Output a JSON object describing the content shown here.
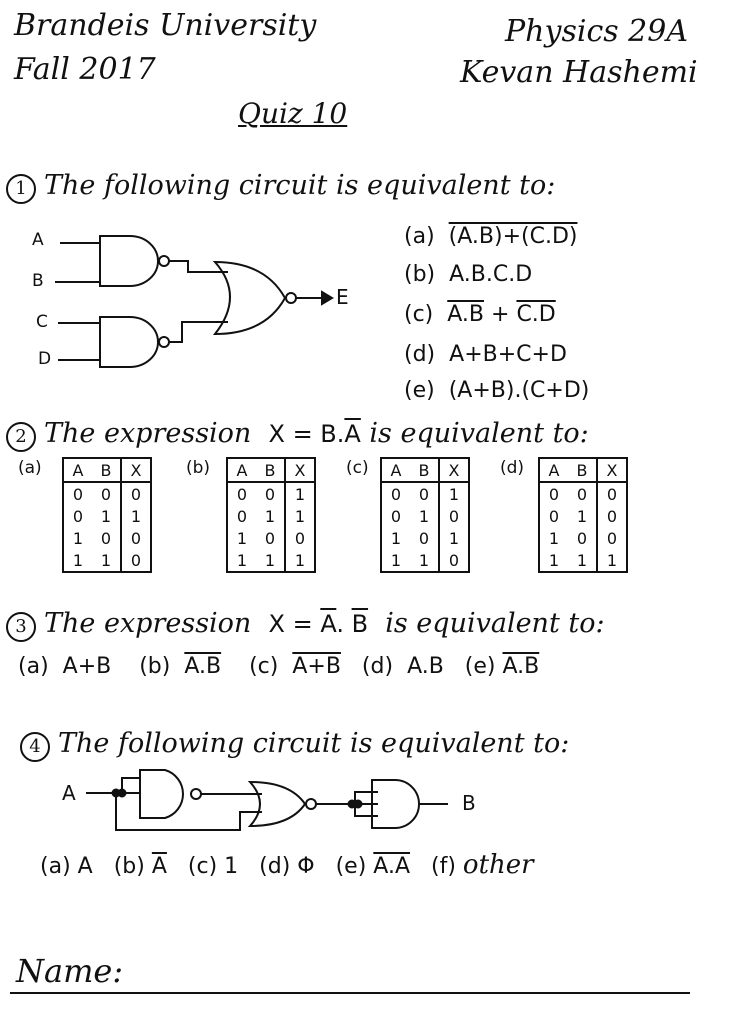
{
  "header": {
    "left_line1": "Brandeis University",
    "left_line2": "Fall 2017",
    "right_line1": "Physics 29A",
    "right_line2": "Kevan Hashemi"
  },
  "title": "Quiz 10",
  "q1": {
    "number": "1",
    "text": "The following circuit is equivalent to:",
    "inputs": [
      "A",
      "B",
      "C",
      "D"
    ],
    "output": "E",
    "options": [
      {
        "label": "(a)",
        "value": "(A.B)+(C.D)",
        "overline": true
      },
      {
        "label": "(b)",
        "value": "A.B.C.D",
        "overline": false
      },
      {
        "label": "(c)",
        "value_parts": [
          "A.B",
          " + ",
          "C.D"
        ]
      },
      {
        "label": "(d)",
        "value": "A+B+C+D",
        "overline": false
      },
      {
        "label": "(e)",
        "value": "(A+B).(C+D)",
        "overline": false
      }
    ]
  },
  "q2": {
    "number": "2",
    "text_prefix": "The expression",
    "expr_left": "X = B.",
    "expr_bar": "A",
    "text_suffix": "is equivalent to:",
    "tables": [
      {
        "label": "(a)",
        "headers": [
          "A",
          "B",
          "X"
        ],
        "rows": [
          [
            "0",
            "0",
            "0"
          ],
          [
            "0",
            "1",
            "1"
          ],
          [
            "1",
            "0",
            "0"
          ],
          [
            "1",
            "1",
            "0"
          ]
        ]
      },
      {
        "label": "(b)",
        "headers": [
          "A",
          "B",
          "X"
        ],
        "rows": [
          [
            "0",
            "0",
            "1"
          ],
          [
            "0",
            "1",
            "1"
          ],
          [
            "1",
            "0",
            "0"
          ],
          [
            "1",
            "1",
            "1"
          ]
        ]
      },
      {
        "label": "(c)",
        "headers": [
          "A",
          "B",
          "X"
        ],
        "rows": [
          [
            "0",
            "0",
            "1"
          ],
          [
            "0",
            "1",
            "0"
          ],
          [
            "1",
            "0",
            "1"
          ],
          [
            "1",
            "1",
            "0"
          ]
        ]
      },
      {
        "label": "(d)",
        "headers": [
          "A",
          "B",
          "X"
        ],
        "rows": [
          [
            "0",
            "0",
            "0"
          ],
          [
            "0",
            "1",
            "0"
          ],
          [
            "1",
            "0",
            "0"
          ],
          [
            "1",
            "1",
            "1"
          ]
        ]
      }
    ]
  },
  "q3": {
    "number": "3",
    "text_prefix": "The expression",
    "expr": "X = ",
    "expr_a": "A",
    "expr_dot": ".",
    "expr_b": "B",
    "text_suffix": "is equivalent to:",
    "options": [
      {
        "label": "(a)",
        "value": "A+B"
      },
      {
        "label": "(b)",
        "value": "A.B"
      },
      {
        "label": "(c)",
        "value": "A+B"
      },
      {
        "label": "(d)",
        "value": "A.B"
      },
      {
        "label": "(e)",
        "value": "A.B"
      }
    ]
  },
  "q4": {
    "number": "4",
    "text": "The following circuit is equivalent to:",
    "input": "A",
    "output": "B",
    "options": [
      {
        "label": "(a)",
        "value": "A"
      },
      {
        "label": "(b)",
        "value": "A"
      },
      {
        "label": "(c)",
        "value": "1"
      },
      {
        "label": "(d)",
        "value": "Φ"
      },
      {
        "label": "(e)",
        "value": "A.A"
      },
      {
        "label": "(f)",
        "value": "other"
      }
    ]
  },
  "footer": {
    "name_label": "Name:"
  }
}
